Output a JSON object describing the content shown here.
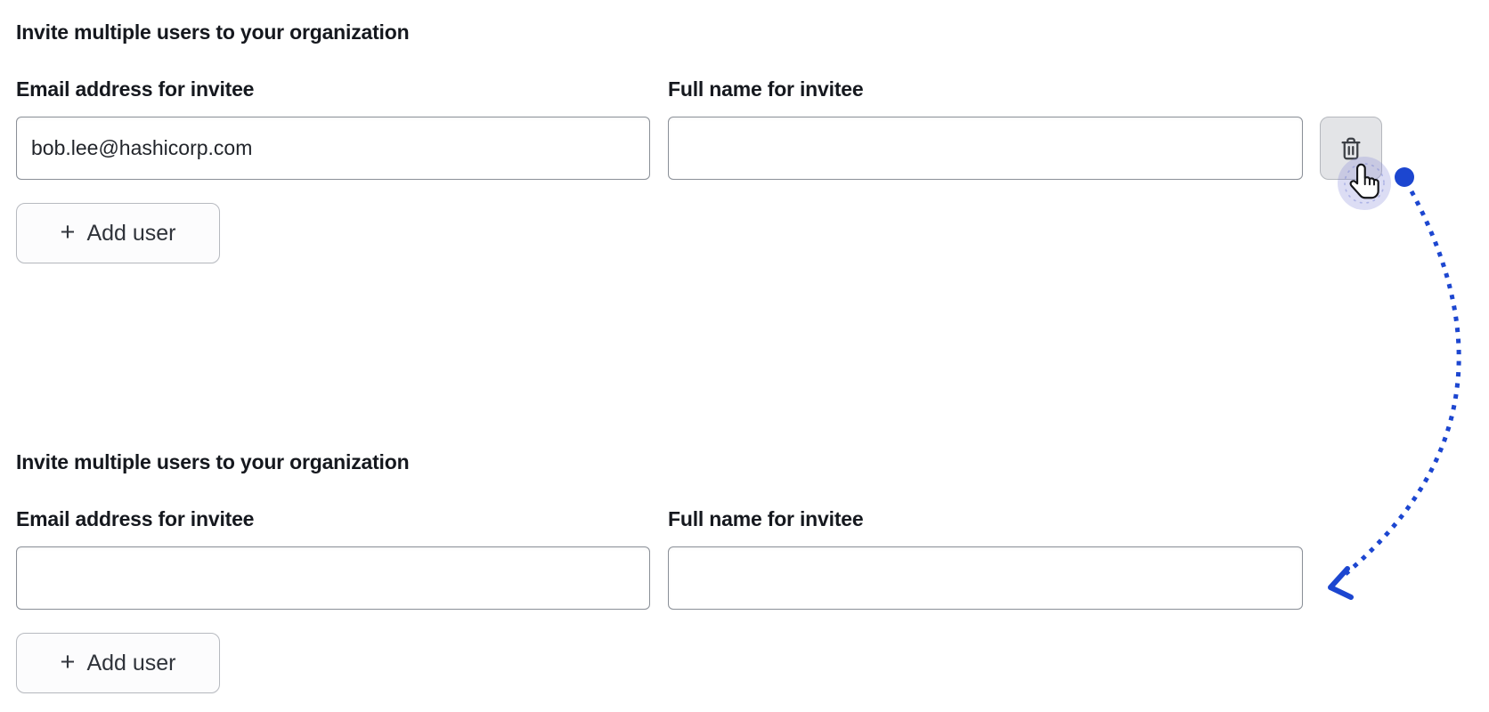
{
  "colors": {
    "accent_blue": "#1c46d0",
    "text_primary": "#15181e",
    "input_border": "#8b9098",
    "trash_button_bg": "#e3e4e7",
    "add_user_bg": "#fcfcfd",
    "click_highlight": "rgba(128,132,216,0.28)"
  },
  "icons": {
    "trash": "trash-icon",
    "plus": "plus-icon",
    "cursor": "hand-pointer-cursor",
    "arrow": "dotted-arrow"
  },
  "sections": [
    {
      "heading": "Invite multiple users to your organization",
      "fields": [
        {
          "label": "Email address for invitee",
          "value": "bob.lee@hashicorp.com"
        },
        {
          "label": "Full name for invitee",
          "value": ""
        }
      ],
      "add_user": {
        "plus": "+",
        "label": "Add user"
      }
    },
    {
      "heading": "Invite multiple users to your organization",
      "fields": [
        {
          "label": "Email address for invitee",
          "value": ""
        },
        {
          "label": "Full name for invitee",
          "value": ""
        }
      ],
      "add_user": {
        "plus": "+",
        "label": "Add user"
      }
    }
  ]
}
